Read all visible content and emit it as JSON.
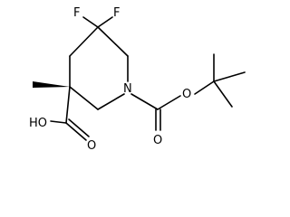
{
  "molecule": {
    "atoms": {
      "fluorine_left": "F",
      "fluorine_right": "F",
      "ring_nitrogen": "N",
      "carbamate_oxygen_double": "O",
      "carbamate_oxygen_ester": "O",
      "acid_oxygen_double": "O",
      "acid_hydroxyl": "HO"
    }
  },
  "colors": {
    "bond": "#000000",
    "label": "#000000",
    "background": "#ffffff"
  }
}
